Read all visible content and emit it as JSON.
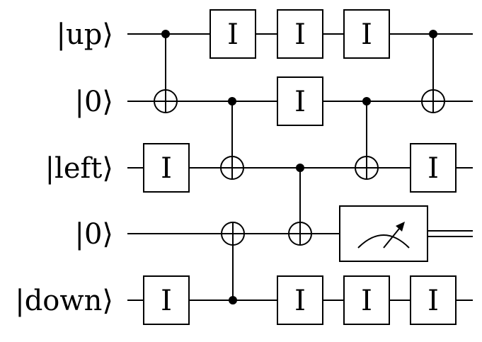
{
  "qubits": [
    {
      "label": "|up⟩"
    },
    {
      "label": "|0⟩"
    },
    {
      "label": "|left⟩"
    },
    {
      "label": "|0⟩"
    },
    {
      "label": "|down⟩"
    }
  ],
  "gates": [
    {
      "type": "cnot",
      "control": 0,
      "target": 1
    },
    {
      "type": "single",
      "label": "I",
      "qubit": 2
    },
    {
      "type": "single",
      "label": "I",
      "qubit": 4
    },
    {
      "type": "single",
      "label": "I",
      "qubit": 0
    },
    {
      "type": "cnot",
      "control": 1,
      "target": 2
    },
    {
      "type": "cnot",
      "control": 4,
      "target": 3
    },
    {
      "type": "single",
      "label": "I",
      "qubit": 0
    },
    {
      "type": "single",
      "label": "I",
      "qubit": 1
    },
    {
      "type": "cnot",
      "control": 2,
      "target": 3
    },
    {
      "type": "single",
      "label": "I",
      "qubit": 4
    },
    {
      "type": "single",
      "label": "I",
      "qubit": 0
    },
    {
      "type": "cnot",
      "control": 1,
      "target": 2
    },
    {
      "type": "measure",
      "qubit": 3
    },
    {
      "type": "single",
      "label": "I",
      "qubit": 4
    },
    {
      "type": "cnot",
      "control": 0,
      "target": 1
    },
    {
      "type": "single",
      "label": "I",
      "qubit": 2
    },
    {
      "type": "single",
      "label": "I",
      "qubit": 4
    }
  ]
}
